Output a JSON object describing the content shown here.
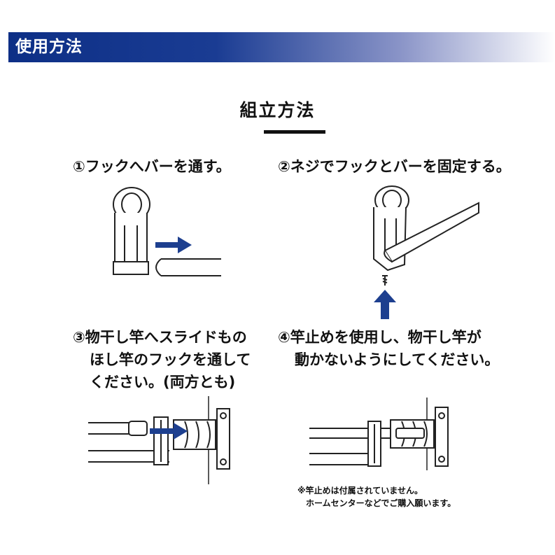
{
  "header": {
    "title": "使用方法",
    "gradient_start": "#0d2f86",
    "gradient_end": "#ffffff"
  },
  "section": {
    "title": "組立方法"
  },
  "steps": [
    {
      "lines": [
        "①フックへバーを通す。"
      ]
    },
    {
      "lines": [
        "②ネジでフックとバーを固定する。"
      ]
    },
    {
      "lines": [
        "③物干し竿へスライドもの",
        "ほし竿のフックを通して",
        "ください。(両方とも)"
      ]
    },
    {
      "lines": [
        "④竿止めを使用し、物干し竿が",
        "動かないようにしてください。"
      ]
    }
  ],
  "note": {
    "lines": [
      "※竿止めは付属されていません。",
      "ホームセンターなどでご購入願います。"
    ]
  },
  "colors": {
    "arrow": "#1d3f8f",
    "line": "#222222"
  },
  "icons": [
    "right-arrow-icon",
    "up-arrow-icon",
    "screw-icon"
  ]
}
